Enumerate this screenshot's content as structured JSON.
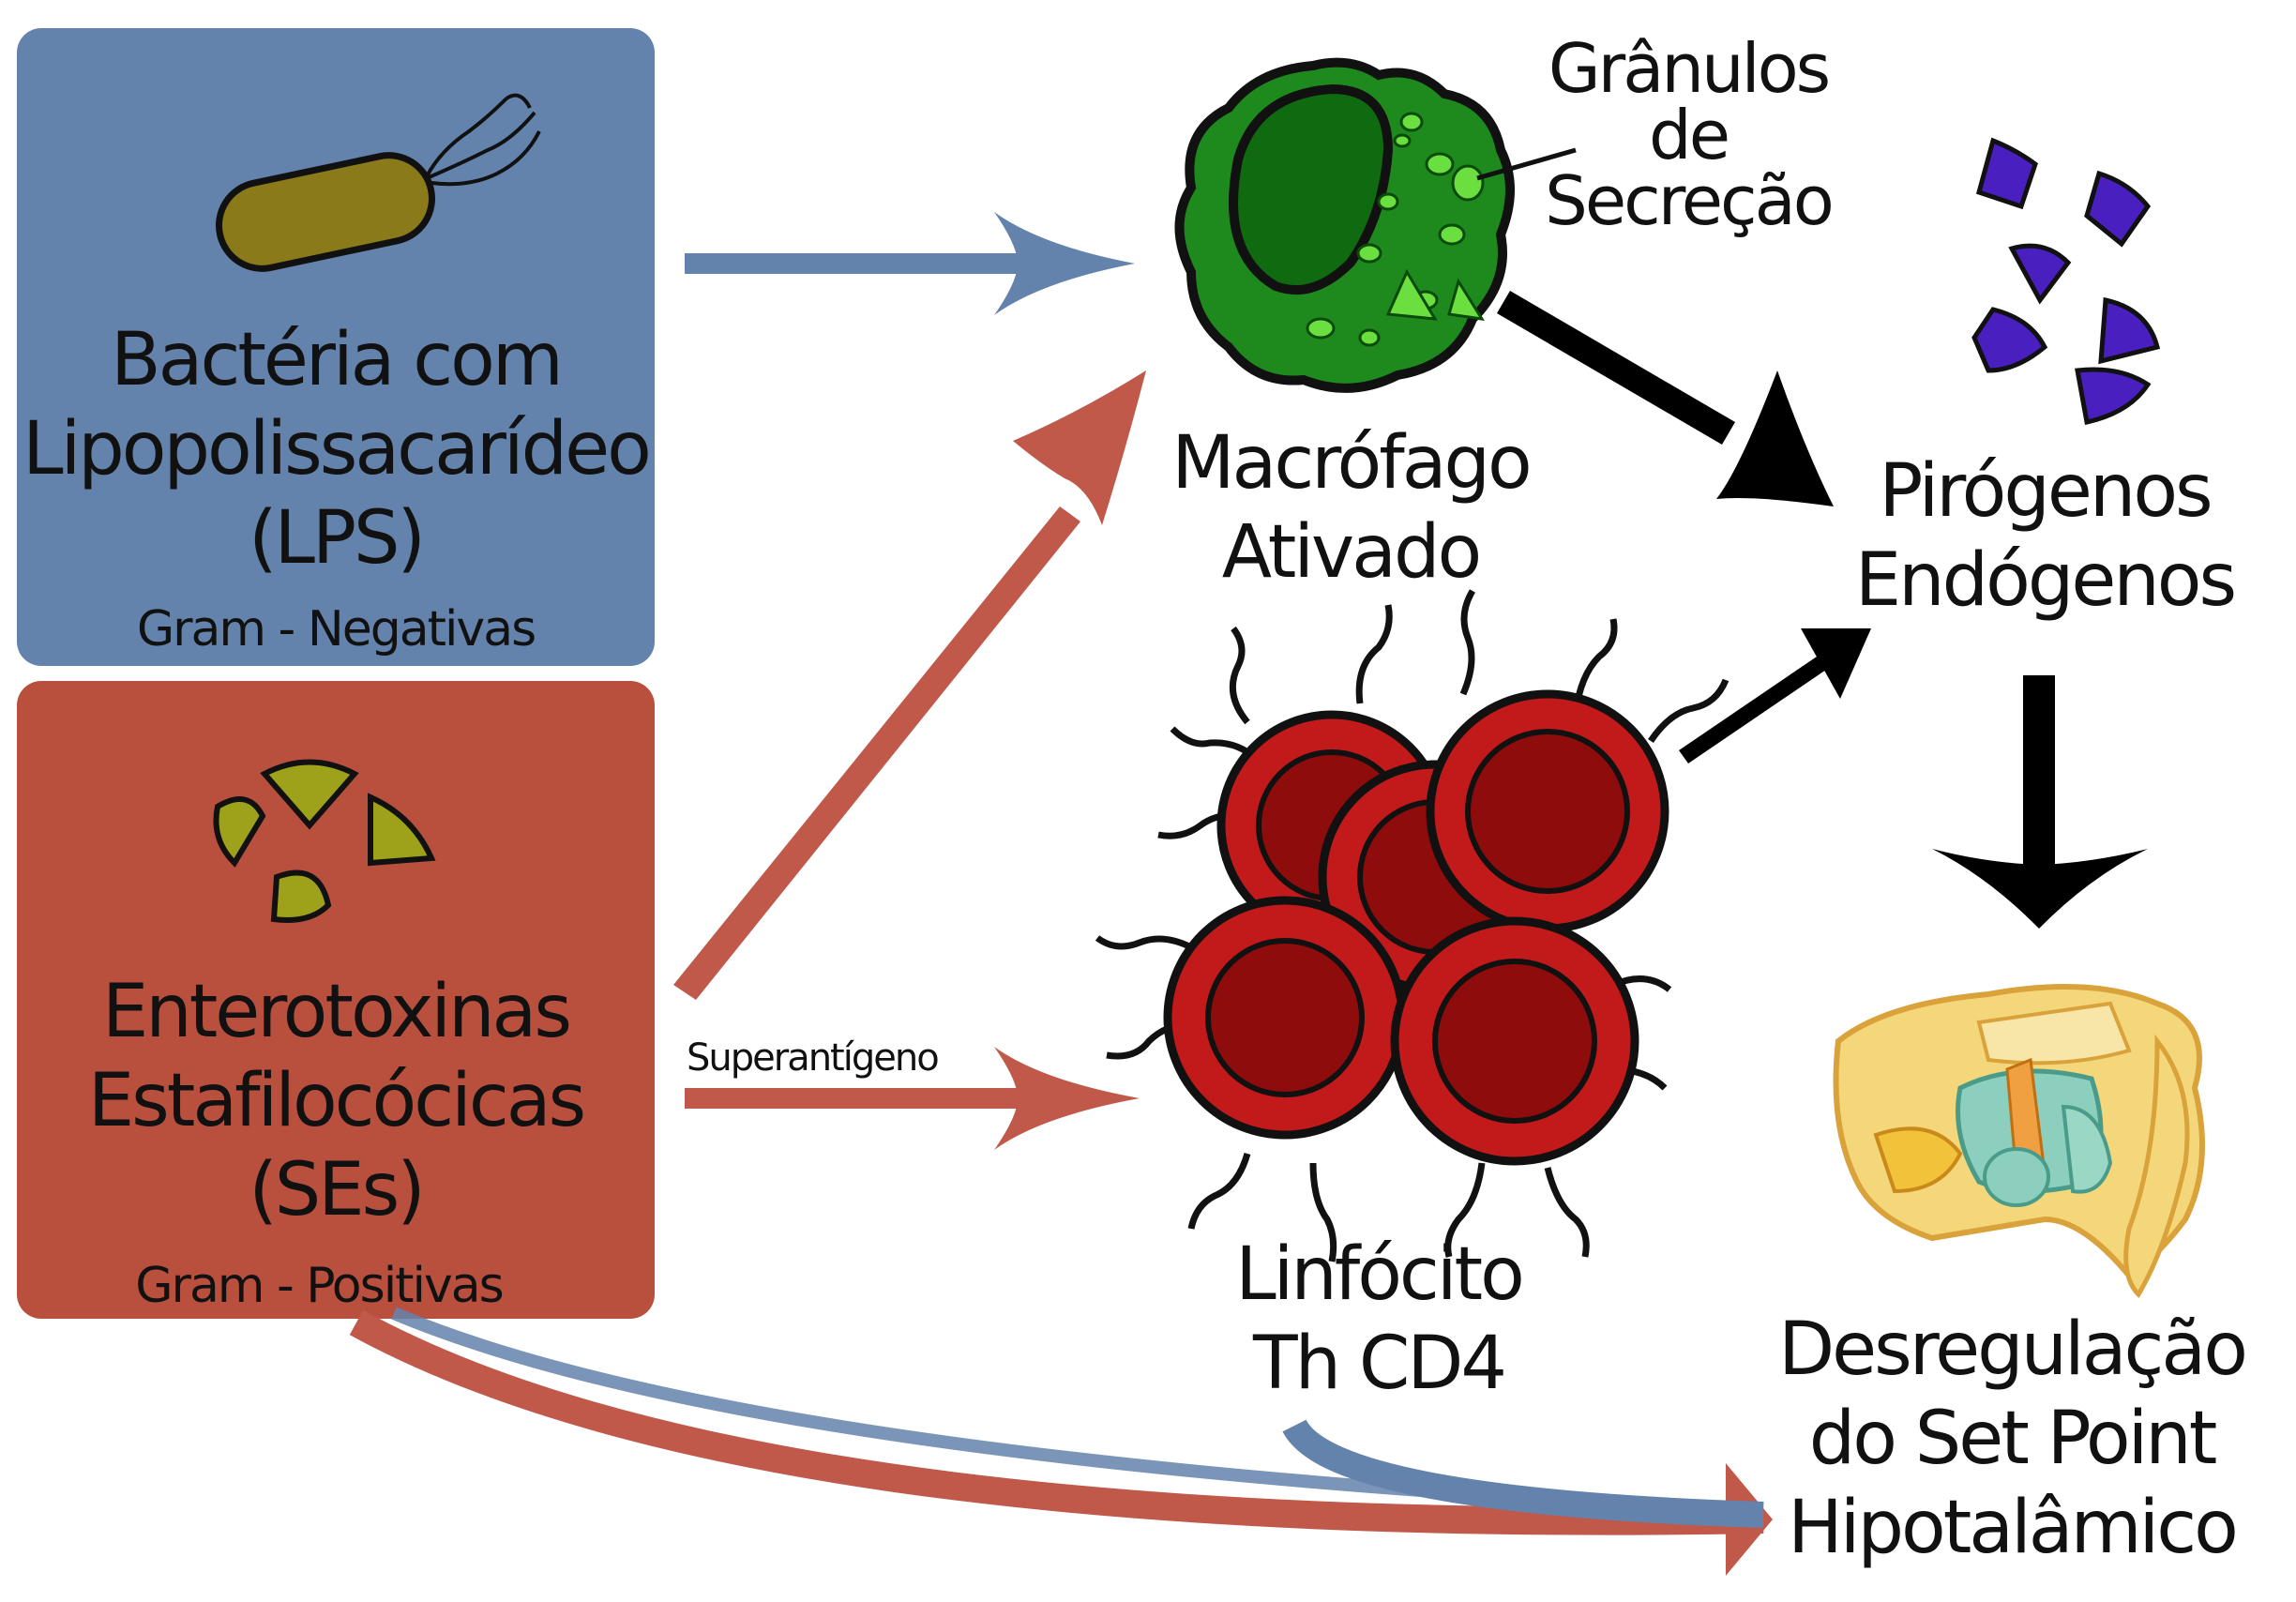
{
  "nodes": {
    "lps": {
      "lines": [
        "Bactéria com",
        "Lipopolissacarídeo",
        "(LPS)"
      ],
      "subtitle": "Gram - Negativas",
      "color": "#6483ac"
    },
    "se": {
      "lines": [
        "Enterotoxinas",
        "Estafilocócicas",
        "(SEs)"
      ],
      "subtitle": "Gram - Positivas",
      "color": "#b9503e"
    },
    "macrophage": {
      "lines": [
        "Macrófago",
        "Ativado"
      ]
    },
    "granules": {
      "lines": [
        "Grânulos",
        "de",
        "Secreção"
      ]
    },
    "pyrogens": {
      "lines": [
        "Pirógenos",
        "Endógenos"
      ]
    },
    "lymphocyte": {
      "lines": [
        "Linfócito",
        "Th CD4"
      ]
    },
    "dysregulation": {
      "lines": [
        "Desregulação",
        "do Set Point",
        "Hipotalâmico"
      ]
    }
  },
  "edges": {
    "superantigen_label": "Superantígeno"
  },
  "icons": [
    "bacterium-icon",
    "enterotoxin-icon",
    "macrophage-icon",
    "lymphocyte-cluster-icon",
    "pyrogen-icon",
    "hypothalamus-icon"
  ],
  "colors": {
    "blue_arrow": "#6483ac",
    "red_arrow": "#c0594a",
    "black_arrow": "#000000",
    "macrophage": "#1e8a1e",
    "lymphocyte": "#c21a1a",
    "pyrogen": "#4a1fc0",
    "toxin": "#9ea11a"
  }
}
